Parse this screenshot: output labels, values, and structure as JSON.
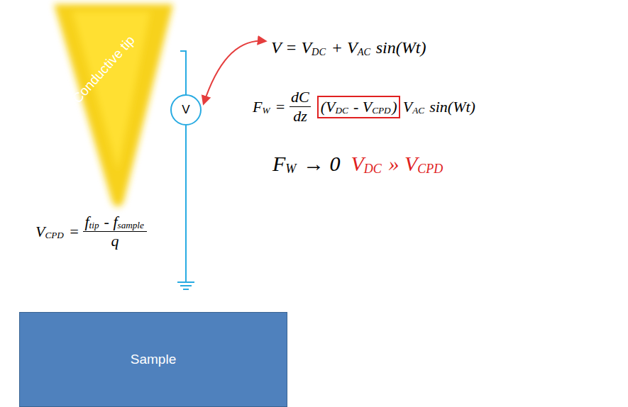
{
  "diagram": {
    "nodes": [
      {
        "text": [
          "Conductive tip"
        ]
      },
      {
        "text": [
          "V"
        ]
      },
      {
        "text": [
          "Sample"
        ]
      }
    ],
    "labels": [
      "V = V",
      "DC",
      "+ V",
      "AC",
      "sin(Wt)",
      "F",
      "W",
      "=",
      "dC",
      "dz",
      "(V",
      "DC",
      "- V",
      "CPD",
      ")",
      "V",
      "AC",
      "sin(Wt)",
      "F",
      "W",
      "→ 0",
      "V",
      "DC",
      "»",
      "V",
      "CPD",
      "V",
      "CPD",
      "=",
      "f",
      "tip",
      "- f",
      "sample",
      "q"
    ]
  }
}
